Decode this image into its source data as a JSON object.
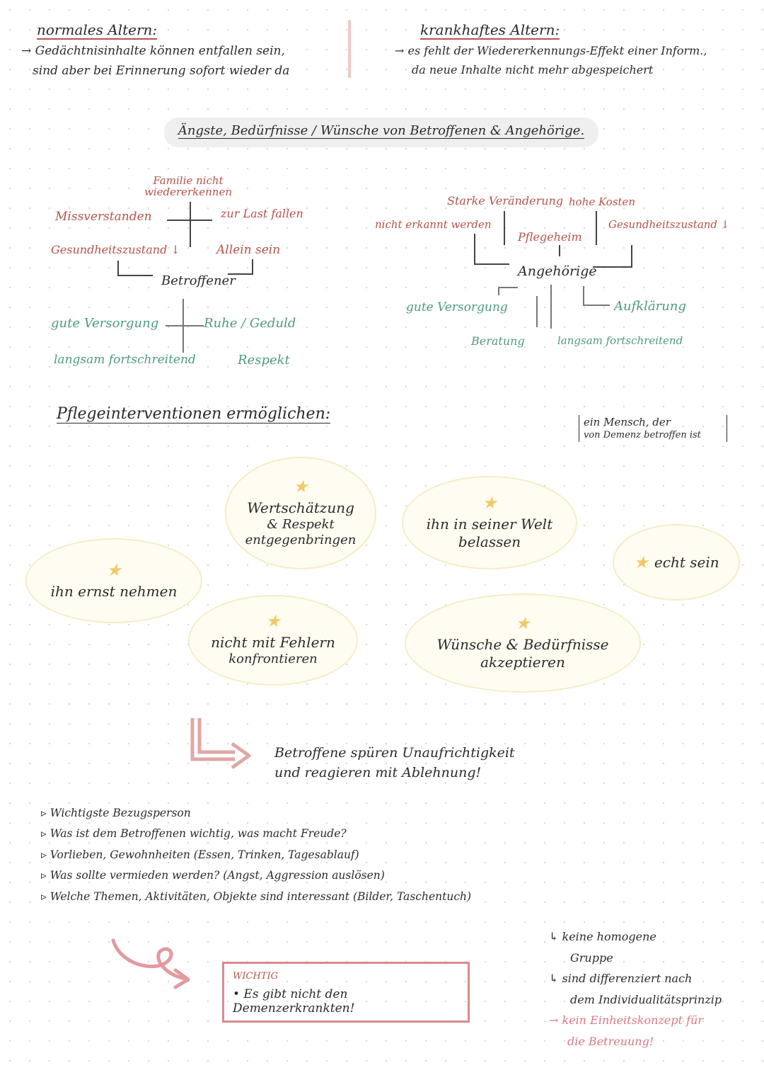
{
  "top": {
    "normal_title": "normales Altern:",
    "normal_line1": "→ Gedächtnisinhalte können entfallen sein,",
    "normal_line2": "sind aber bei Erinnerung sofort wieder da",
    "krank_title": "krankhaftes Altern:",
    "krank_line1": "→ es fehlt der Wiedererkennungs-Effekt einer Inform.,",
    "krank_line2": "da neue Inhalte nicht mehr abgespeichert"
  },
  "heading": "Ängste, Bedürfnisse / Wünsche von Betroffenen & Angehörige.",
  "betroffener": {
    "center": "Betroffener",
    "familie": "Familie nicht wiedererkennen",
    "missverstanden": "Missverstanden",
    "zur_last": "zur Last fallen",
    "gesundheit": "Gesundheitszustand ↓",
    "allein": "Allein sein",
    "gute_versorgung": "gute Versorgung",
    "ruhe": "Ruhe / Geduld",
    "langsam": "langsam fortschreitend",
    "respekt": "Respekt"
  },
  "angehoerige": {
    "center": "Angehörige",
    "starke": "Starke Veränderung",
    "kosten": "hohe Kosten",
    "nicht_erkannt": "nicht erkannt werden",
    "pflegeheim": "Pflegeheim",
    "gesundheit": "Gesundheitszustand ↓",
    "gute_versorgung": "gute Versorgung",
    "aufklaerung": "Aufklärung",
    "beratung": "Beratung",
    "langsam": "langsam fortschreitend"
  },
  "interventions": {
    "title": "Pflegeinterventionen ermöglichen:",
    "note_line1": "ein Mensch, der",
    "note_line2": "von Demenz betroffen ist",
    "b1_l1": "Wertschätzung",
    "b1_l2": "& Respekt",
    "b1_l3": "entgegenbringen",
    "b2_l1": "ihn in seiner Welt",
    "b2_l2": "belassen",
    "b3": "ihn ernst nehmen",
    "b4": "echt sein",
    "b5_l1": "nicht mit Fehlern",
    "b5_l2": "konfrontieren",
    "b6_l1": "Wünsche & Bedürfnisse",
    "b6_l2": "akzeptieren",
    "star": "★"
  },
  "consequence": {
    "line1": "Betroffene spüren Unaufrichtigkeit",
    "line2": "und reagieren mit Ablehnung!"
  },
  "bullets": [
    "▹ Wichtigste Bezugsperson",
    "▹ Was ist dem Betroffenen wichtig, was macht Freude?",
    "▹ Vorlieben, Gewohnheiten (Essen, Trinken, Tagesablauf)",
    "▹ Was sollte vermieden werden? (Angst, Aggression auslösen)",
    "▹ Welche Themen, Aktivitäten, Objekte sind interessant (Bilder, Taschentuch)"
  ],
  "important": {
    "label": "WICHTIG",
    "text": "• Es gibt nicht den Demenzerkrankten!"
  },
  "right_notes": {
    "l1": "↳ keine homogene",
    "l2": "Gruppe",
    "l3": "↳ sind differenziert nach",
    "l4": "dem Individualitätsprinzip",
    "l5": "→ kein Einheitskonzept für",
    "l6": "die Betreuung!"
  }
}
